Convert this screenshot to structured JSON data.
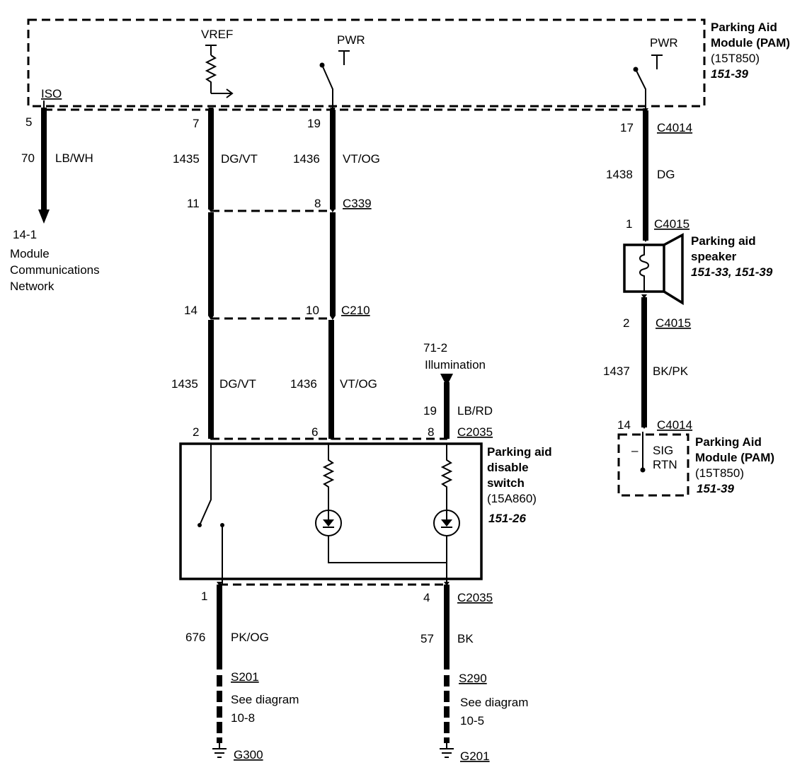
{
  "pam_top": {
    "name_line1": "Parking Aid",
    "name_line2": "Module (PAM)",
    "part": "(15T850)",
    "ref": "151-39",
    "vref": "VREF",
    "pwr1": "PWR",
    "pwr2": "PWR",
    "iso": "ISO"
  },
  "network": {
    "pin": "5",
    "circuit": "70",
    "color": "LB/WH",
    "ref": "14-1",
    "label_line1": "Module",
    "label_line2": "Communications",
    "label_line3": "Network"
  },
  "wire_a": {
    "pin_top": "7",
    "circuit": "1435",
    "color": "DG/VT",
    "pin_c339": "11",
    "pin_c210": "14",
    "circuit2": "1435",
    "color2": "DG/VT",
    "pin_c2035": "2"
  },
  "wire_b": {
    "pin_top": "19",
    "circuit": "1436",
    "color": "VT/OG",
    "pin_c339": "8",
    "connector_c339": "C339",
    "pin_c210": "10",
    "connector_c210": "C210",
    "circuit2": "1436",
    "color2": "VT/OG",
    "pin_c2035": "6"
  },
  "illumination": {
    "ref": "71-2",
    "label": "Illumination",
    "circuit": "19",
    "color": "LB/RD",
    "pin": "8",
    "connector": "C2035"
  },
  "switch": {
    "name_line1": "Parking aid",
    "name_line2": "disable",
    "name_line3": "switch",
    "part": "(15A860)",
    "ref": "151-26"
  },
  "speaker_wire": {
    "pin_top": "17",
    "connector_top": "C4014",
    "circuit": "1438",
    "color": "DG",
    "pin_in": "1",
    "connector_in": "C4015",
    "pin_out": "2",
    "connector_out": "C4015",
    "circuit2": "1437",
    "color2": "BK/PK",
    "pin_bottom": "14",
    "connector_bottom": "C4014"
  },
  "speaker": {
    "name_line1": "Parking aid",
    "name_line2": "speaker",
    "ref": "151-33, 151-39"
  },
  "pam_bottom": {
    "sig": "SIG",
    "rtn": "RTN",
    "minus": "–",
    "name_line1": "Parking Aid",
    "name_line2": "Module (PAM)",
    "part": "(15T850)",
    "ref": "151-39"
  },
  "ground_left": {
    "pin": "1",
    "circuit": "676",
    "color": "PK/OG",
    "splice": "S201",
    "see1": "See diagram",
    "see2": "10-8",
    "ground": "G300"
  },
  "ground_right": {
    "pin": "4",
    "connector": "C2035",
    "circuit": "57",
    "color": "BK",
    "splice": "S290",
    "see1": "See diagram",
    "see2": "10-5",
    "ground": "G201"
  }
}
